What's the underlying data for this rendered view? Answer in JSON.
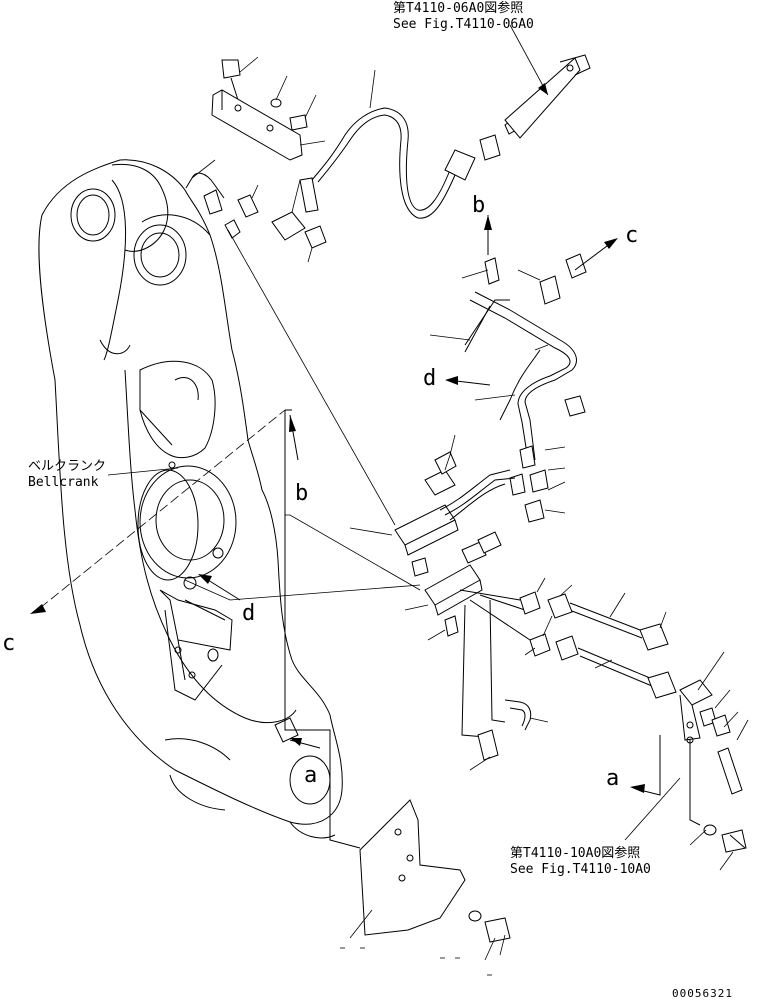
{
  "references": {
    "top": {
      "jp": "第T4110-06A0図参照",
      "en": "See Fig.T4110-06A0"
    },
    "bottom": {
      "jp": "第T4110-10A0図参照",
      "en": "See Fig.T4110-10A0"
    }
  },
  "bellcrank": {
    "jp": "ベルクランク",
    "en": "Bellcrank"
  },
  "direction_letters": {
    "b_top": "b",
    "c_right": "c",
    "d_mid": "d",
    "b_arm": "b",
    "c_left": "c",
    "d_arm": "d",
    "a_arm": "a",
    "a_right": "a"
  },
  "drawing_number": "00056321"
}
